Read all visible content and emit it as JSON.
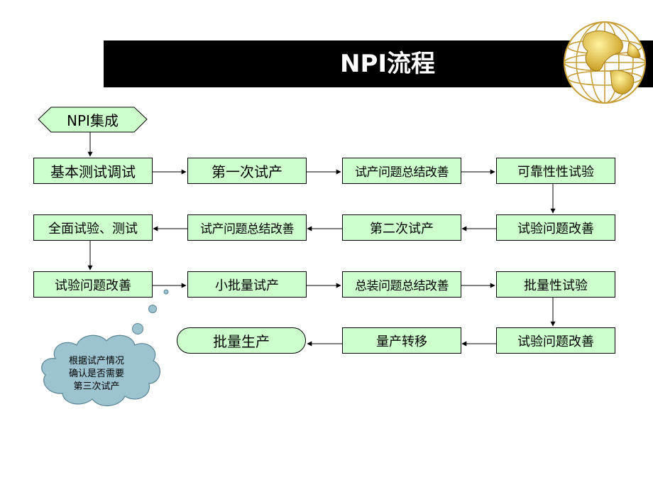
{
  "title": "NPI流程",
  "start_node": "NPI集成",
  "rows": [
    [
      "基本测试调试",
      "第一次试产",
      "试产问题总结改善",
      "可靠性性试验"
    ],
    [
      "全面试验、测试",
      "试产问题总结改善",
      "第二次试产",
      "试验问题改善"
    ],
    [
      "试验问题改善",
      "小批量试产",
      "总装问题总结改善",
      "批量性试验"
    ],
    [
      "量产转移",
      "试验问题改善"
    ]
  ],
  "end_node": "批量生产",
  "note_lines": [
    "根据试产情况",
    "确认是否需要",
    "第三次试产"
  ],
  "colors": {
    "title_bar": "#000000",
    "title_text": "#ffffff",
    "box_fill": "#ccffcc",
    "cloud_fill": "#9cc3cf",
    "arrow": "#000000"
  },
  "icons": {
    "corner_logo": "gold-wireframe-globe-icon"
  }
}
